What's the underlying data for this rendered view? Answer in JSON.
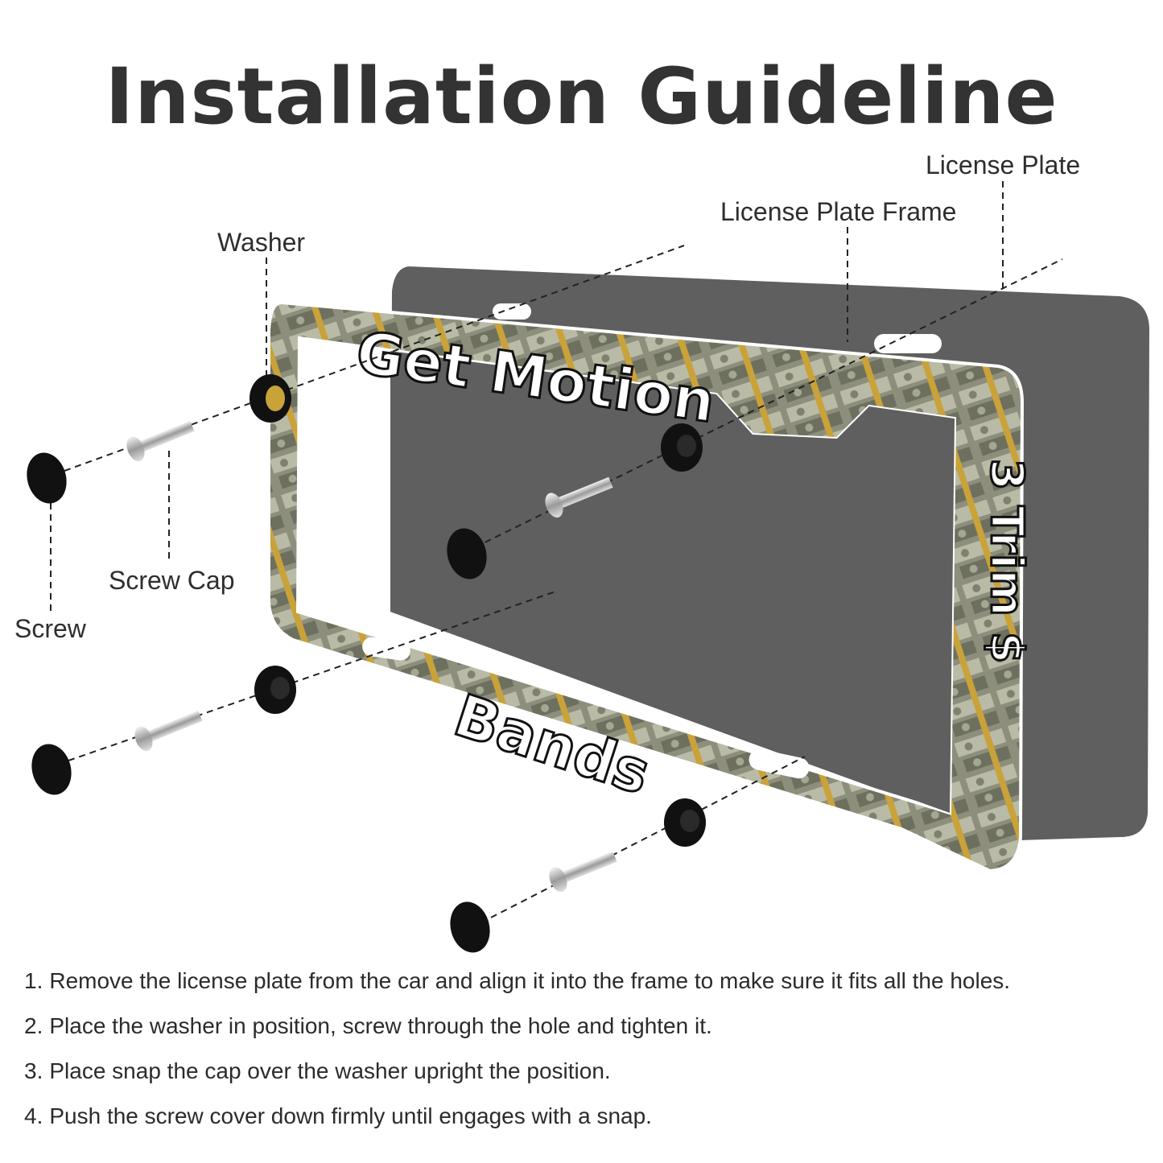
{
  "title": "Installation Guideline",
  "labels": {
    "license_plate": "License Plate",
    "license_plate_frame": "License Plate Frame",
    "washer": "Washer",
    "screw_cap": "Screw Cap",
    "screw": "Screw"
  },
  "frame_text": {
    "top": "Get Motion",
    "bottom": "Bands",
    "right": "3 Trim $"
  },
  "steps": [
    {
      "num": "1.",
      "text": "Remove the license plate from the car and align it into the frame to make sure it fits all the holes."
    },
    {
      "num": "2.",
      "text": "Place the washer in position, screw through the hole and tighten it."
    },
    {
      "num": "3.",
      "text": "Place snap the cap over the washer upright the position."
    },
    {
      "num": "4.",
      "text": "Push the screw cover down firmly until engages with a snap."
    }
  ],
  "colors": {
    "plate": "#5f5f5f",
    "frame_pattern": "#8c8c7a",
    "frame_accent": "#c9a23a",
    "hardware": "#111111",
    "screw": "#b9b9b9"
  }
}
